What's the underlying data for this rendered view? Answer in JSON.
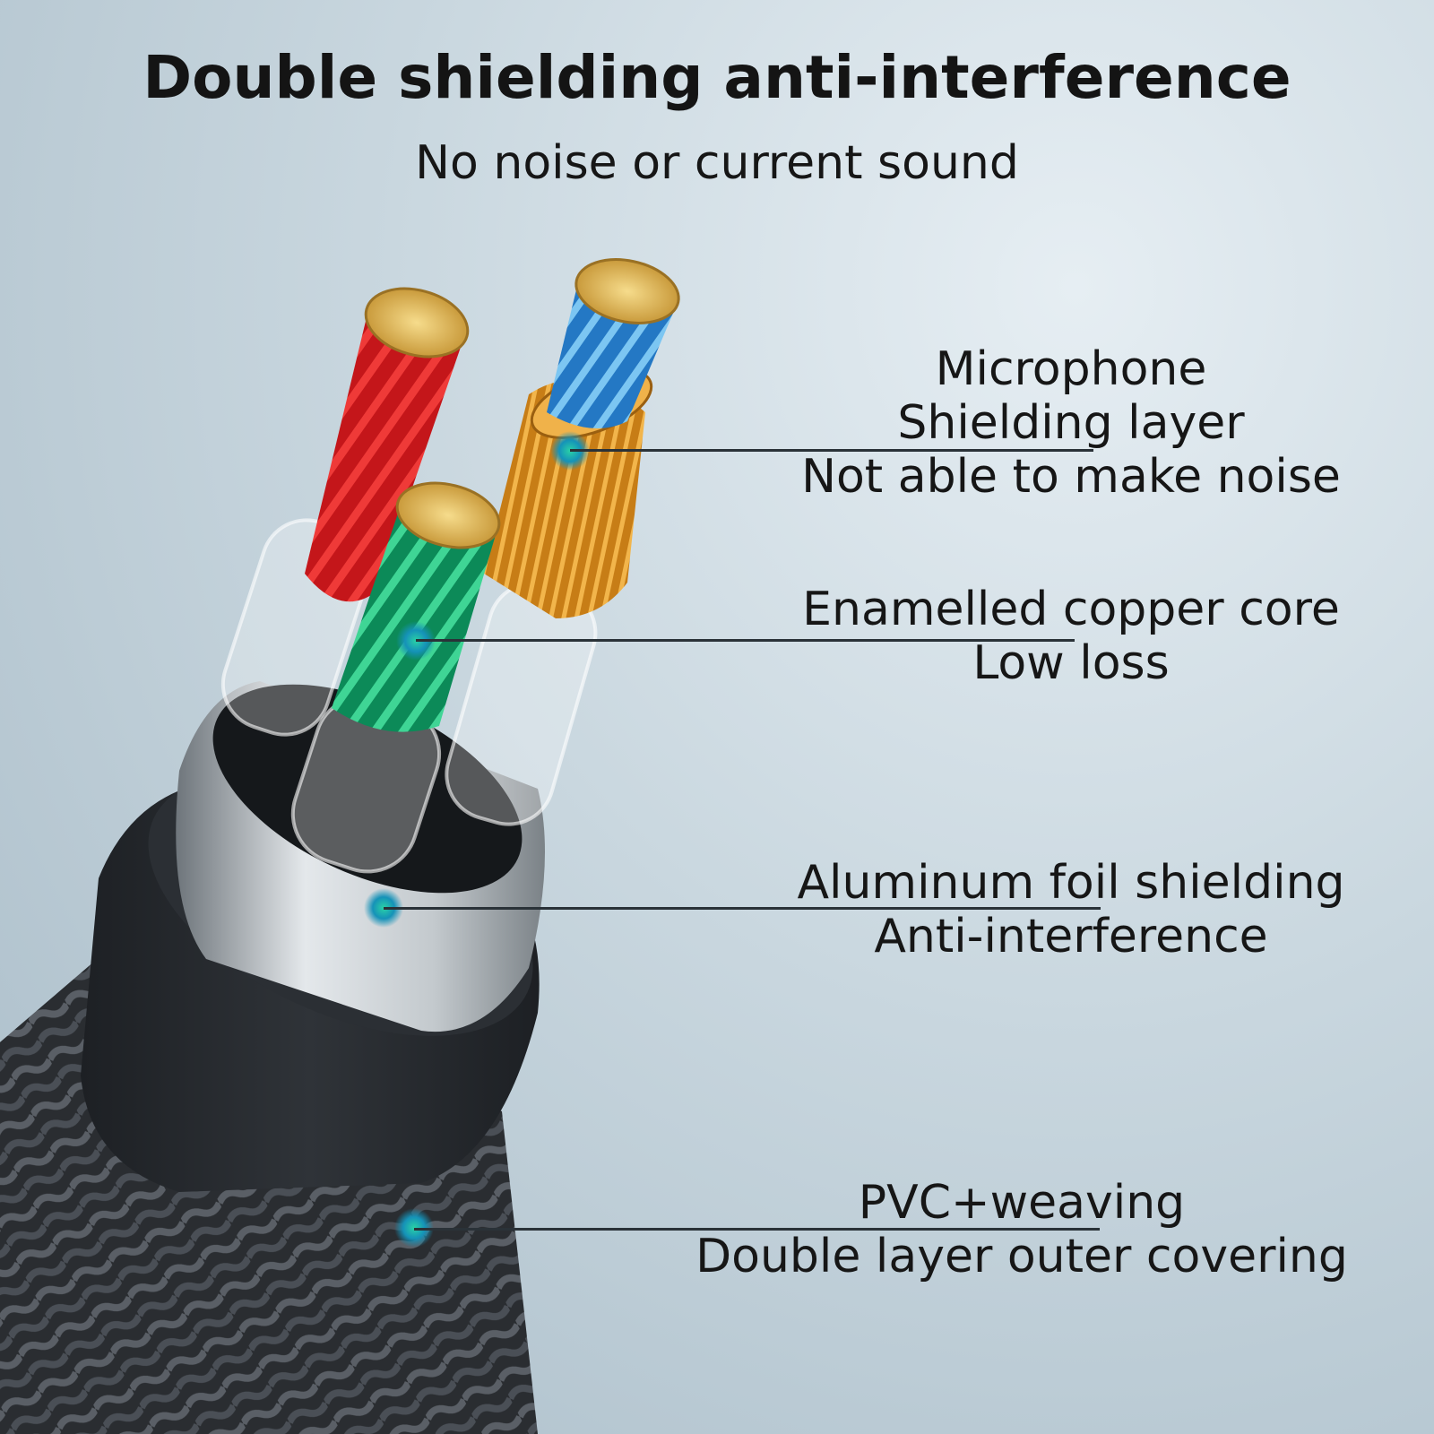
{
  "title": "Double shielding anti-interference",
  "subtitle": "No noise or current sound",
  "callouts": [
    {
      "line1": "Microphone",
      "line2": "Shielding layer",
      "line3": "Not able to make noise"
    },
    {
      "line1": "Enamelled copper core",
      "line2": "Low loss"
    },
    {
      "line1": "Aluminum foil shielding",
      "line2": "Anti-interference"
    },
    {
      "line1": "PVC+weaving",
      "line2": "Double layer outer covering"
    }
  ],
  "colors": {
    "red_core": "#d8191b",
    "blue_core": "#2f8fd6",
    "green_core": "#14a06a",
    "gold_shield": "#e19a2b",
    "copper_strands": "#e6c36a",
    "marker": "#1aa7a0"
  }
}
